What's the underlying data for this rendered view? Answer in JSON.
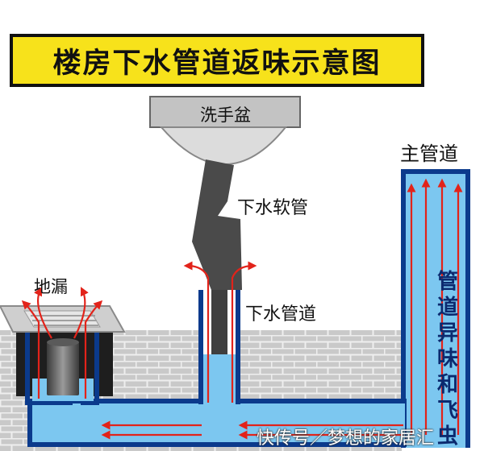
{
  "title": "楼房下水管道返味示意图",
  "labels": {
    "washbasin": "洗手盆",
    "main_pipe": "主管道",
    "drain_hose": "下水软管",
    "floor_drain": "地漏",
    "drain_pipe": "下水管道",
    "pipe_note": "管道异味和飞虫"
  },
  "watermark": "快传号／梦想的家居汇",
  "colors": {
    "title_bg": "#f7e21b",
    "pipe_water": "#6fc1ee",
    "brick": "#c8c8c8",
    "arrow": "#e2231a",
    "hose": "#4a4a4a"
  }
}
